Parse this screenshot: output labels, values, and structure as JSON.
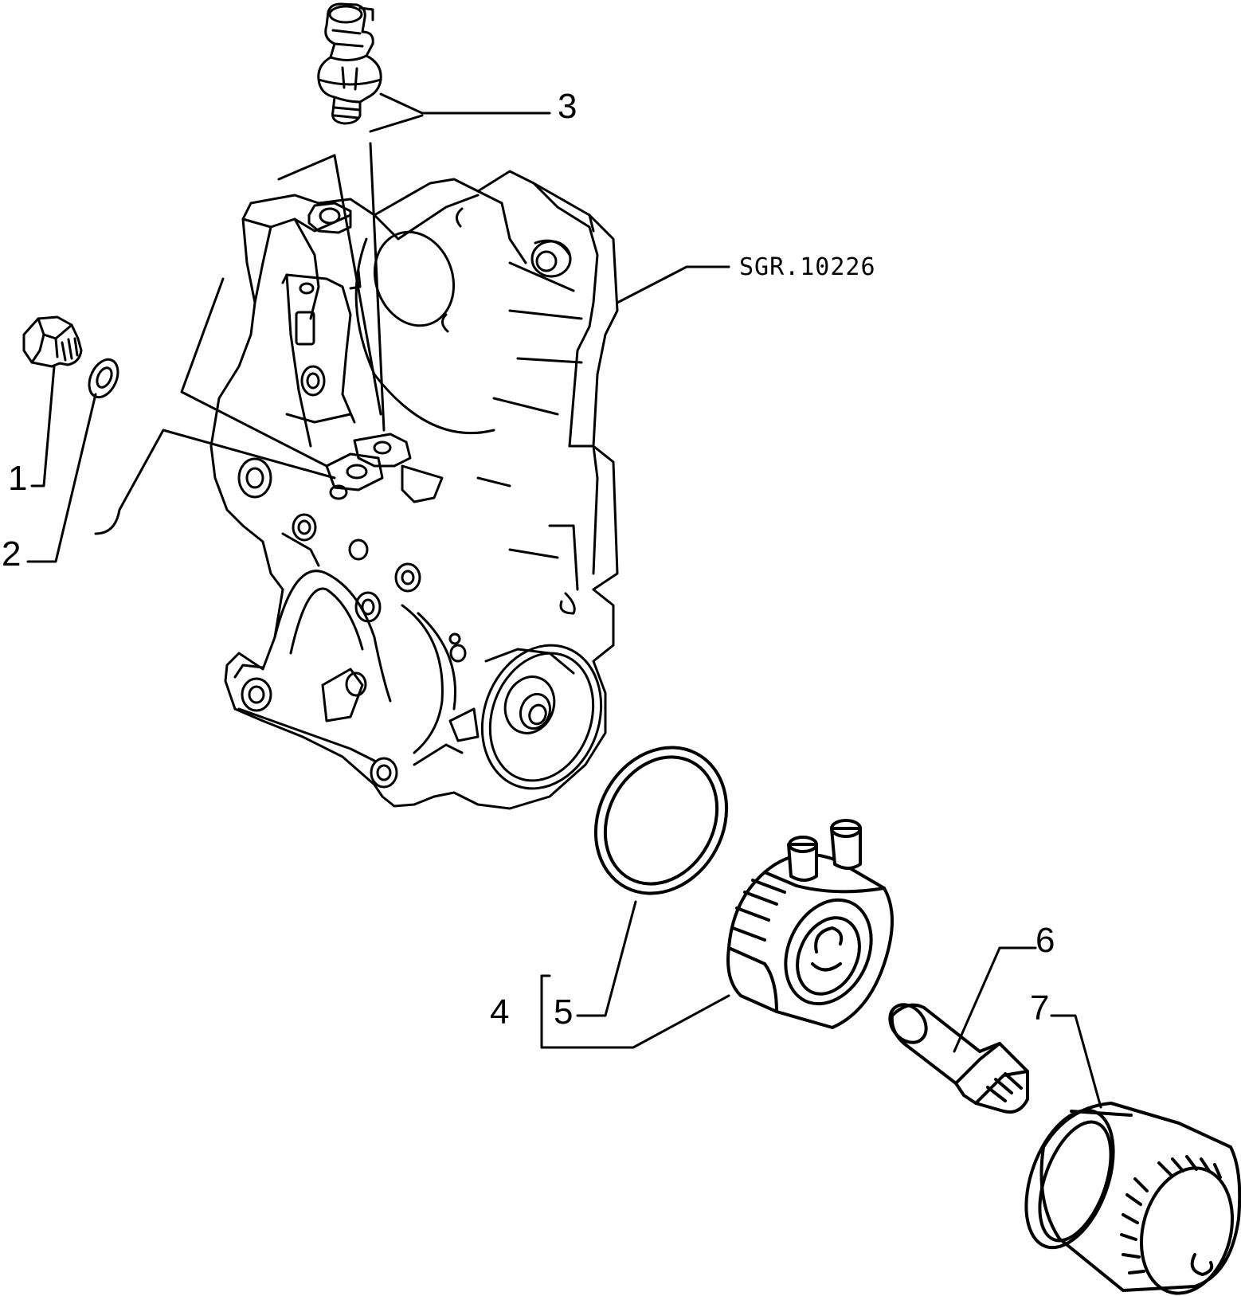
{
  "diagram": {
    "reference_code": "SGR.10226",
    "callouts": [
      {
        "id": "1",
        "label": "1"
      },
      {
        "id": "2",
        "label": "2"
      },
      {
        "id": "3",
        "label": "3"
      },
      {
        "id": "4",
        "label": "4"
      },
      {
        "id": "5",
        "label": "5"
      },
      {
        "id": "6",
        "label": "6"
      },
      {
        "id": "7",
        "label": "7"
      }
    ],
    "parts": [
      {
        "name": "plug-bolt-icon"
      },
      {
        "name": "washer-icon"
      },
      {
        "name": "pressure-switch-icon"
      },
      {
        "name": "oil-cooler-assembly-icon"
      },
      {
        "name": "seal-ring-icon"
      },
      {
        "name": "union-fitting-icon"
      },
      {
        "name": "oil-filter-icon"
      },
      {
        "name": "engine-cover-housing-icon"
      }
    ],
    "colors": {
      "ink": "#000000",
      "background": "#ffffff"
    }
  }
}
